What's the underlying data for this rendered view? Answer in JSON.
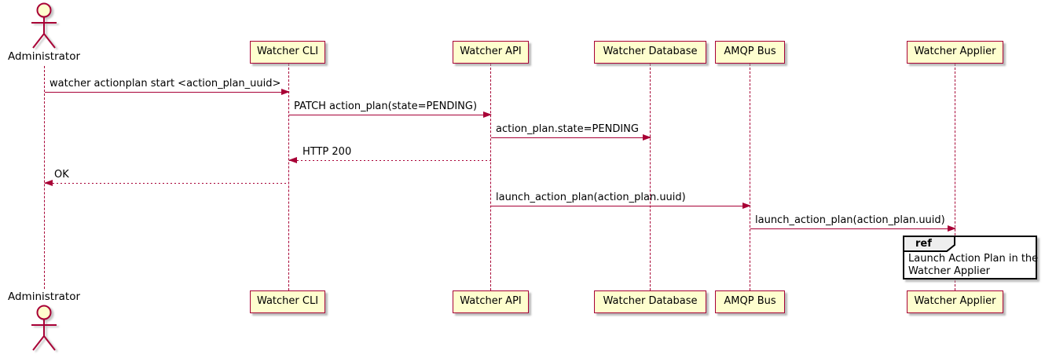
{
  "diagram": {
    "type": "sequence",
    "tool_style": "plantuml",
    "actor": {
      "name": "Administrator"
    },
    "participants": [
      {
        "id": "watcher-cli",
        "label": "Watcher CLI"
      },
      {
        "id": "watcher-api",
        "label": "Watcher API"
      },
      {
        "id": "watcher-database",
        "label": "Watcher Database"
      },
      {
        "id": "amqp-bus",
        "label": "AMQP Bus"
      },
      {
        "id": "watcher-applier",
        "label": "Watcher Applier"
      }
    ],
    "messages": [
      {
        "from": "Administrator",
        "to": "Watcher CLI",
        "label": "watcher actionplan start <action_plan_uuid>",
        "line": "solid",
        "direction": "right"
      },
      {
        "from": "Watcher CLI",
        "to": "Watcher API",
        "label": "PATCH action_plan(state=PENDING)",
        "line": "solid",
        "direction": "right"
      },
      {
        "from": "Watcher API",
        "to": "Watcher Database",
        "label": "action_plan.state=PENDING",
        "line": "solid",
        "direction": "right"
      },
      {
        "from": "Watcher API",
        "to": "Watcher CLI",
        "label": "HTTP 200",
        "line": "dotted",
        "direction": "left"
      },
      {
        "from": "Watcher CLI",
        "to": "Administrator",
        "label": "OK",
        "line": "dotted",
        "direction": "left"
      },
      {
        "from": "Watcher API",
        "to": "AMQP Bus",
        "label": "launch_action_plan(action_plan.uuid)",
        "line": "solid",
        "direction": "right"
      },
      {
        "from": "AMQP Bus",
        "to": "Watcher Applier",
        "label": "launch_action_plan(action_plan.uuid)",
        "line": "solid",
        "direction": "right"
      }
    ],
    "ref": {
      "keyword": "ref",
      "over": "Watcher Applier",
      "line1": "Launch Action Plan in the",
      "line2": "Watcher Applier"
    },
    "colors": {
      "participant_fill": "#FEFECE",
      "stroke": "#A80036",
      "text": "#000000",
      "ref_border": "#000000",
      "ref_header_fill": "#EEEEEE",
      "background": "#FFFFFF"
    }
  }
}
